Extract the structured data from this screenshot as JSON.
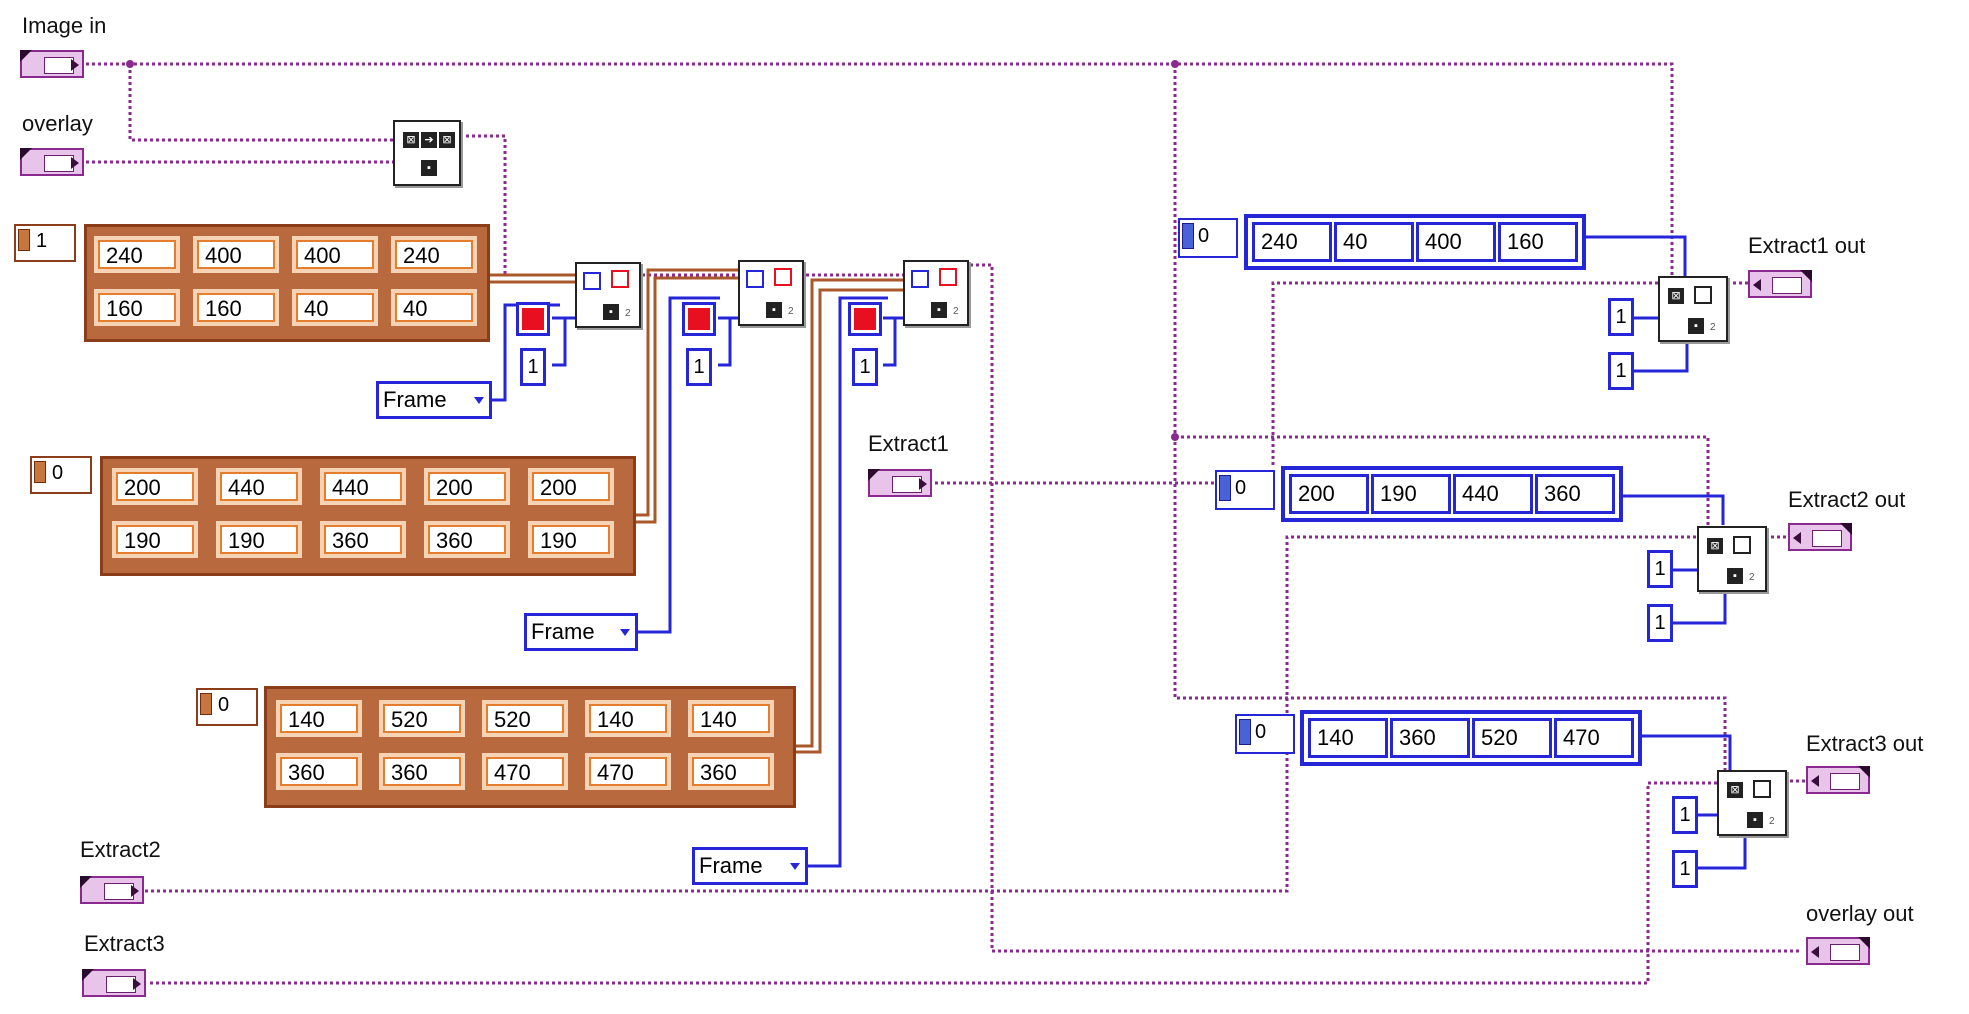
{
  "labels": {
    "image_in": "Image in",
    "overlay": "overlay",
    "extract1": "Extract1",
    "extract2": "Extract2",
    "extract3": "Extract3",
    "extract1_out": "Extract1 out",
    "extract2_out": "Extract2 out",
    "extract3_out": "Extract3 out",
    "overlay_out": "overlay out"
  },
  "orange_arrays": [
    {
      "index": "1",
      "row1": [
        "240",
        "400",
        "400",
        "240"
      ],
      "row2": [
        "160",
        "160",
        "40",
        "40"
      ]
    },
    {
      "index": "0",
      "row1": [
        "200",
        "440",
        "440",
        "200",
        "200"
      ],
      "row2": [
        "190",
        "190",
        "360",
        "360",
        "190"
      ]
    },
    {
      "index": "0",
      "row1": [
        "140",
        "520",
        "520",
        "140",
        "140"
      ],
      "row2": [
        "360",
        "360",
        "470",
        "470",
        "360"
      ]
    }
  ],
  "blue_arrays": [
    {
      "index": "0",
      "values": [
        "240",
        "40",
        "400",
        "160"
      ]
    },
    {
      "index": "0",
      "values": [
        "200",
        "190",
        "440",
        "360"
      ]
    },
    {
      "index": "0",
      "values": [
        "140",
        "360",
        "520",
        "470"
      ]
    }
  ],
  "ring_label": "Frame",
  "numeric_const": "1",
  "subvi_tag": "2",
  "colors": {
    "image_wire": "#8a2a8e",
    "cluster_wire": "#a8582a",
    "numeric_wire": "#2626d9",
    "color_const": "#e81020"
  }
}
